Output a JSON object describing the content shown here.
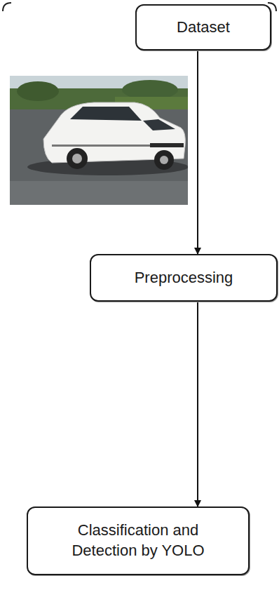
{
  "diagram": {
    "nodes": [
      {
        "text": [
          "Dataset"
        ]
      },
      {
        "text": [
          "Preprocessing"
        ]
      },
      {
        "text": [
          "Classification and Detection by YOLO"
        ]
      }
    ],
    "edges": [
      {
        "from": 0,
        "to": 1,
        "arrow": "to"
      },
      {
        "from": 1,
        "to": 2,
        "arrow": "to"
      }
    ]
  }
}
